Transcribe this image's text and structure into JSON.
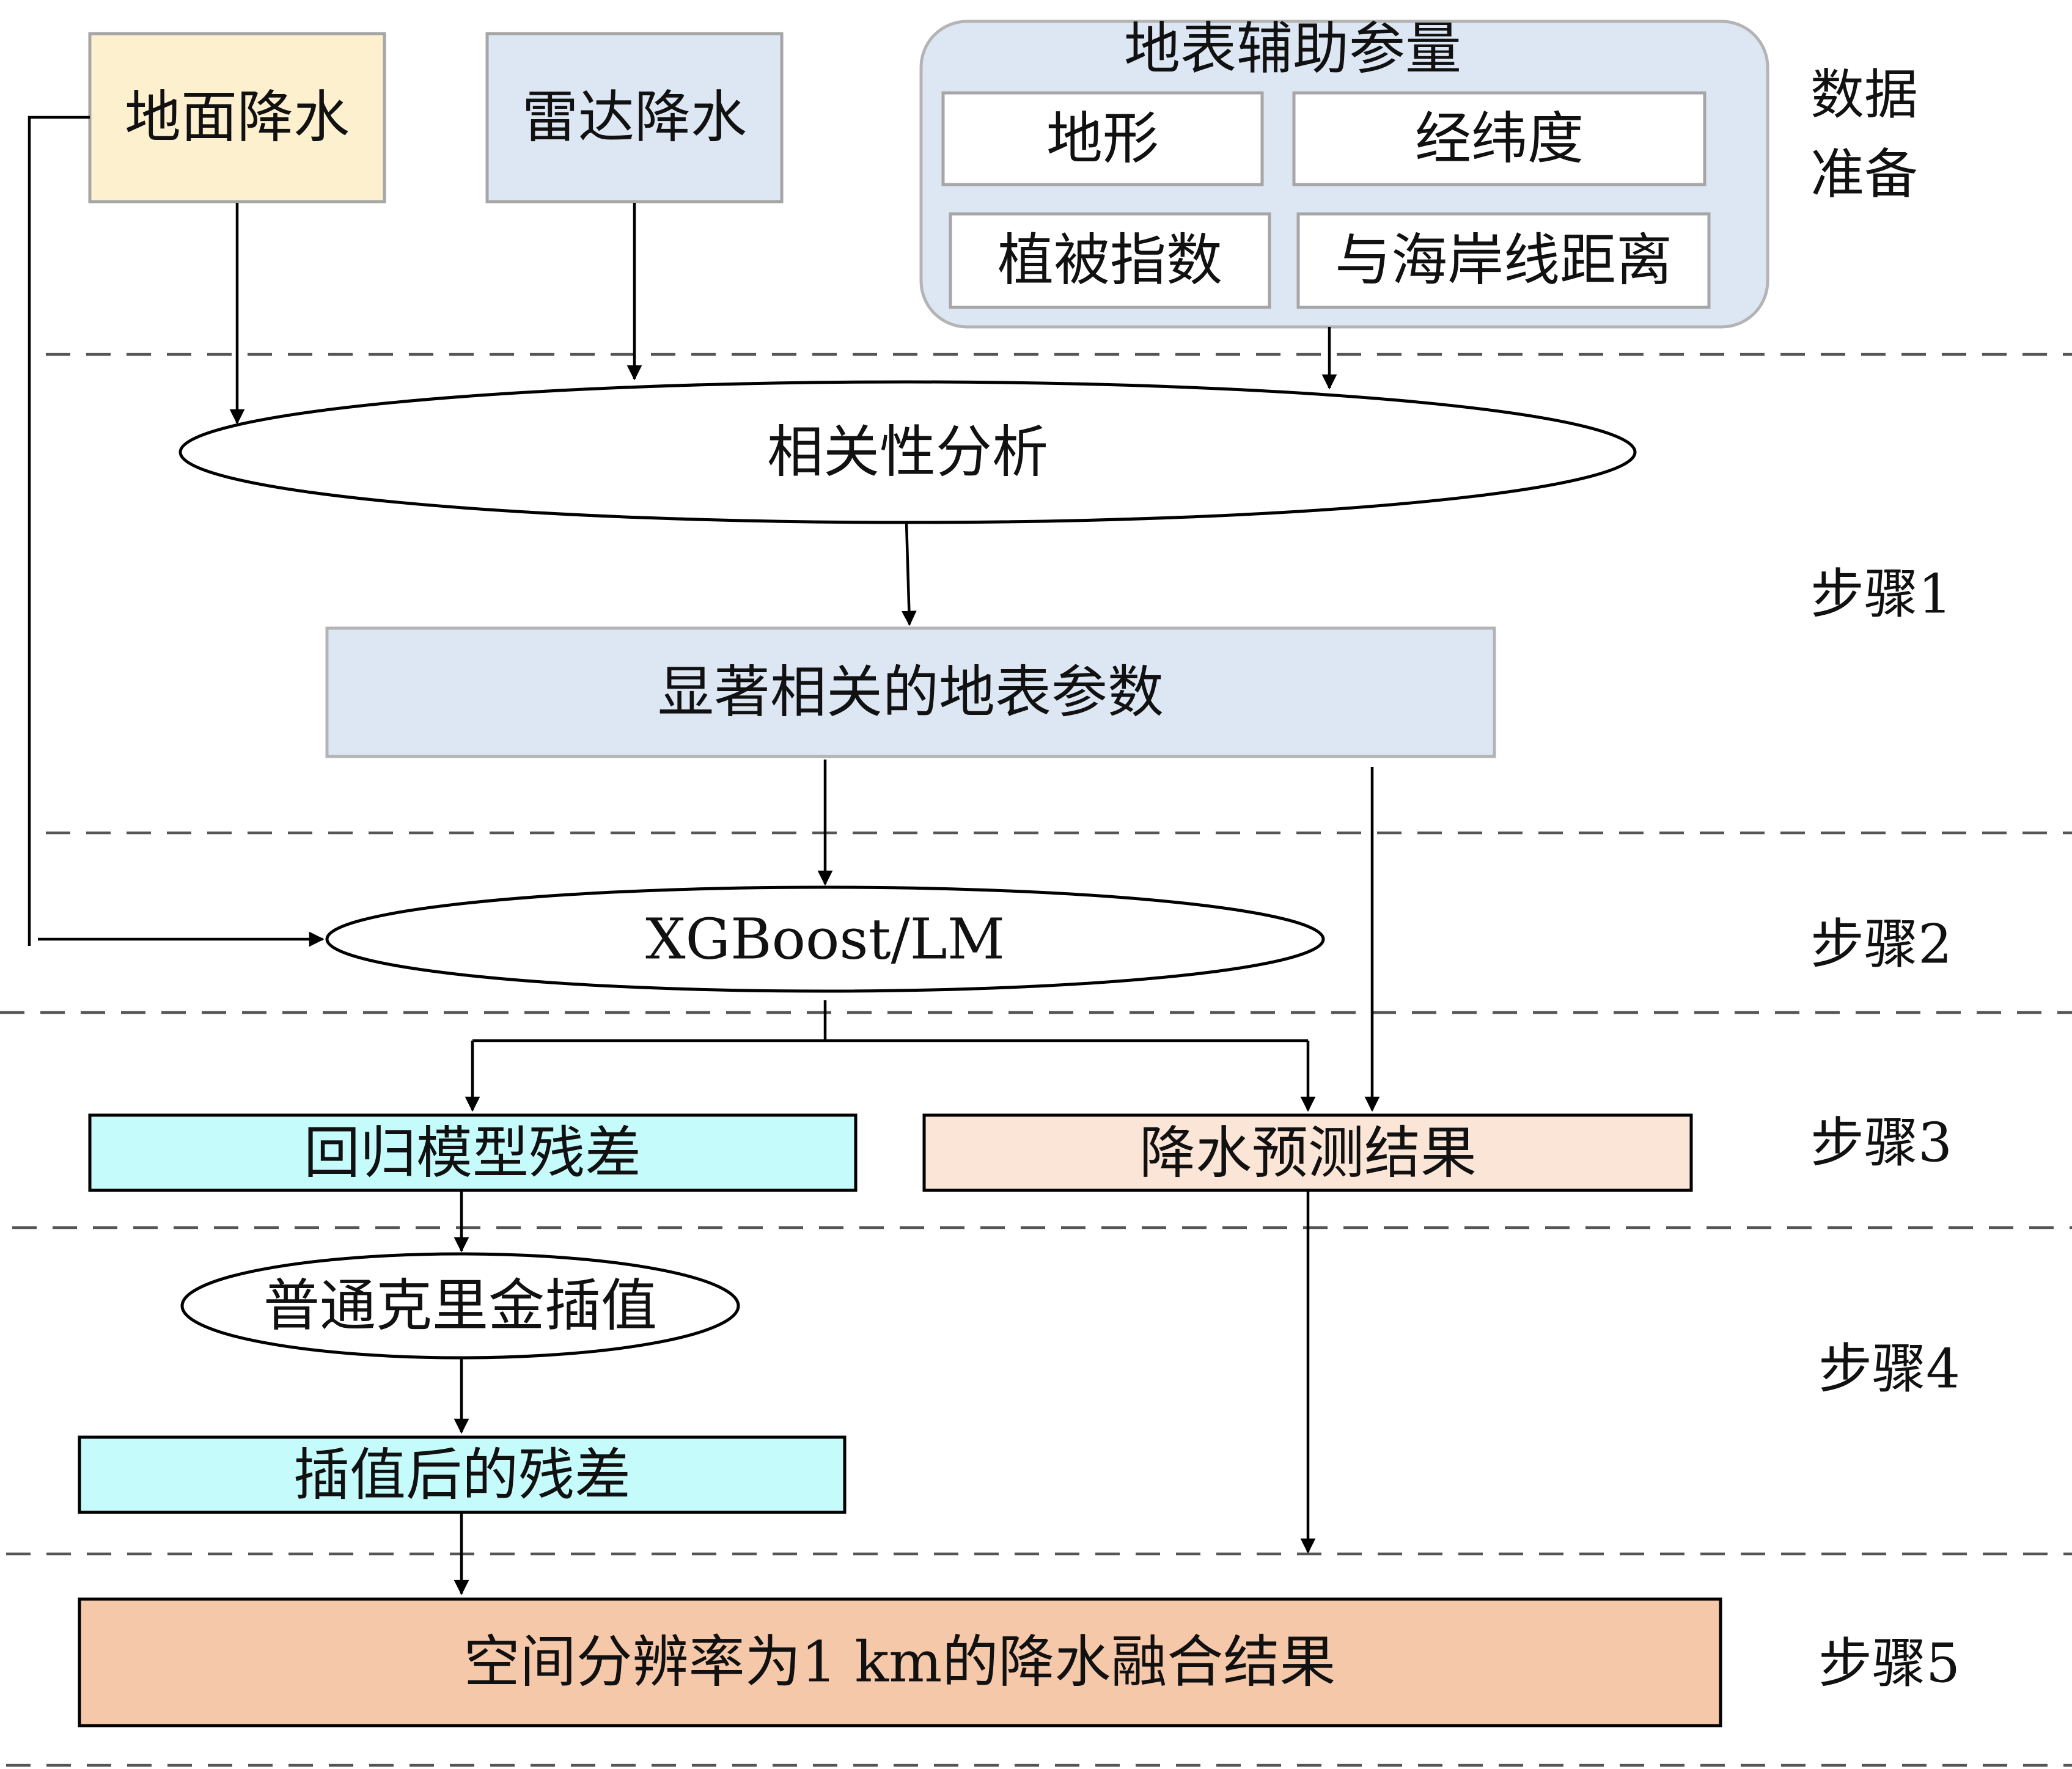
{
  "sources": {
    "ground": "地面降水",
    "radar": "雷达降水",
    "aux_title": "地表辅助参量",
    "aux_items": [
      "地形",
      "经纬度",
      "植被指数",
      "与海岸线距离"
    ]
  },
  "nodes": {
    "correlation": "相关性分析",
    "significant": "显著相关的地表参数",
    "model": "XGBoost/LM",
    "residual": "回归模型残差",
    "prediction": "降水预测结果",
    "kriging": "普通克里金插值",
    "interp_residual": "插值后的残差",
    "fusion": "空间分辨率为1 km的降水融合结果"
  },
  "steps": {
    "prep_line1": "数据",
    "prep_line2": "准备",
    "step1": "步骤1",
    "step2": "步骤2",
    "step3": "步骤3",
    "step4": "步骤4",
    "step5": "步骤5"
  },
  "colors": {
    "ground_fill": "#fdf0cf",
    "radar_fill": "#dde7f4",
    "aux_fill": "#dde7f4",
    "significant_fill": "#dde7f4",
    "residual_fill": "#c6fbfb",
    "prediction_fill": "#fbe5d6",
    "fusion_fill": "#f6c8aa"
  }
}
